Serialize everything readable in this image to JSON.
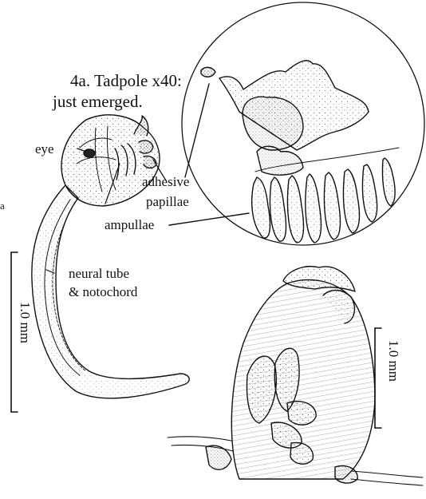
{
  "figure": {
    "title_line1": "4a. Tadpole x40:",
    "title_line2": "just emerged.",
    "stray_letter": "a"
  },
  "labels": {
    "eye": "eye",
    "adhesive_line1": "adhesive",
    "adhesive_line2": "papillae",
    "ampullae": "ampullae",
    "neural_line1": "neural tube",
    "neural_line2": "& notochord"
  },
  "scale_bars": {
    "left": "1.0 mm",
    "right": "1.0 mm"
  },
  "style": {
    "ink": "#111111",
    "background": "#ffffff"
  }
}
